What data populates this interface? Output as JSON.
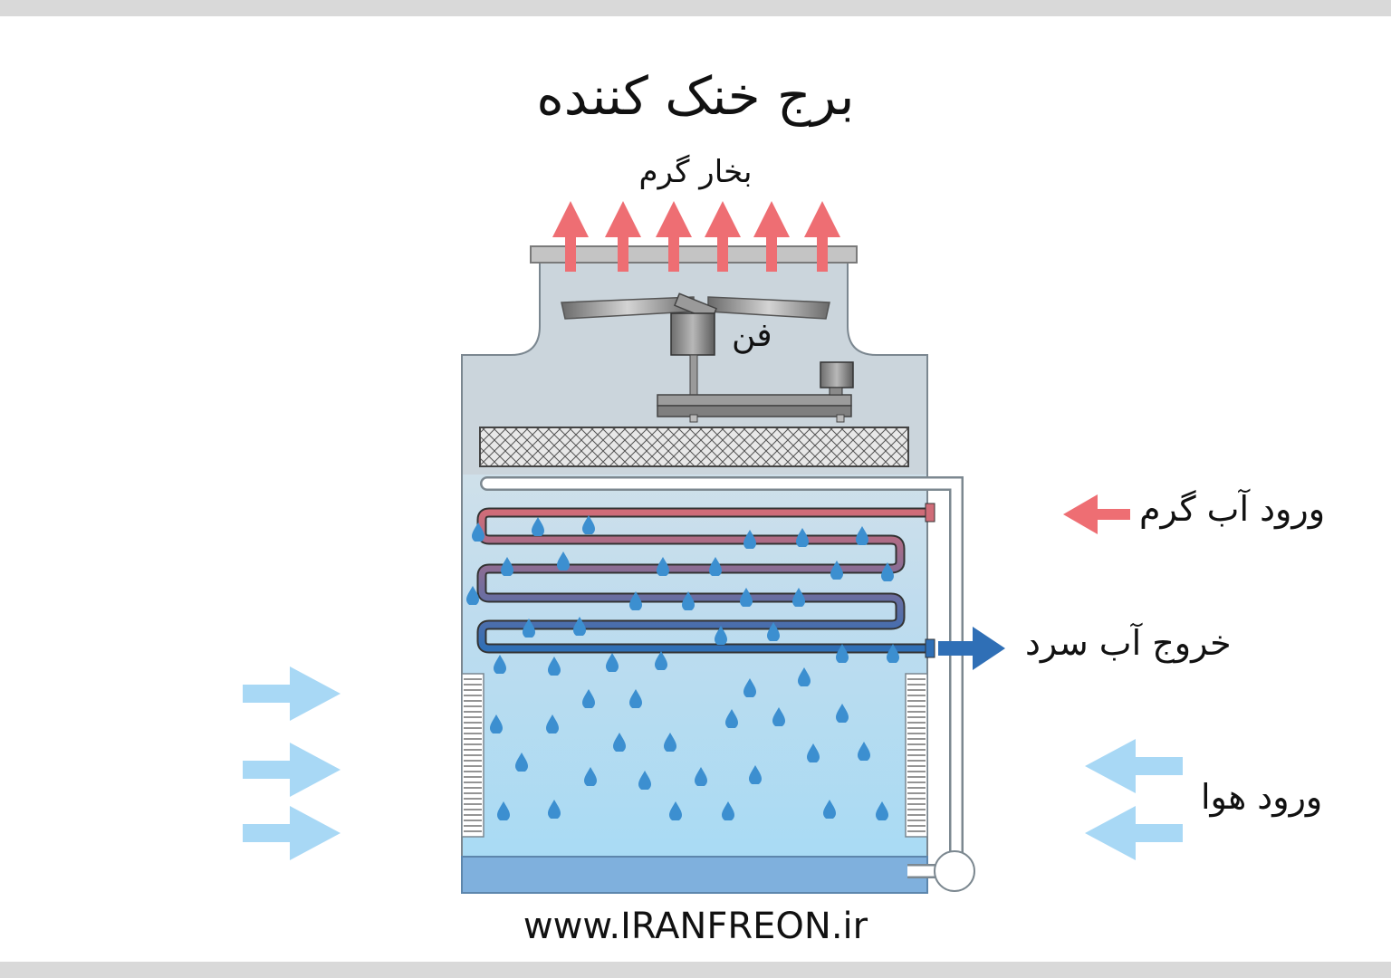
{
  "title": "برج خنک کننده",
  "labels": {
    "vapor": "بخار گرم",
    "fan": "فن",
    "hot_water_in": "ورود آب گرم",
    "cold_water_out": "خروج آب سرد",
    "air_in": "ورود هوا"
  },
  "footer": {
    "website": "www.IRANFREON.ir"
  },
  "colors": {
    "frame_band": "#d9d9d9",
    "tower_body": "#cdd6dd",
    "water_fill": "#b4dcf2",
    "basin": "#7fb0dd",
    "hot_arrow": "#ee6e73",
    "cold_arrow": "#2f6fb6",
    "air_arrow": "#a8d8f5",
    "droplet": "#3c8fd0",
    "coil_hot": "#d06c78",
    "coil_mid": "#7d6d9a",
    "coil_cold": "#2f6fb6"
  },
  "icons": [
    "vapor-arrow-icon",
    "fan-blade-icon",
    "motor-icon",
    "fill-media",
    "water-droplet-icon",
    "air-arrow-icon",
    "water-arrow-icon"
  ]
}
